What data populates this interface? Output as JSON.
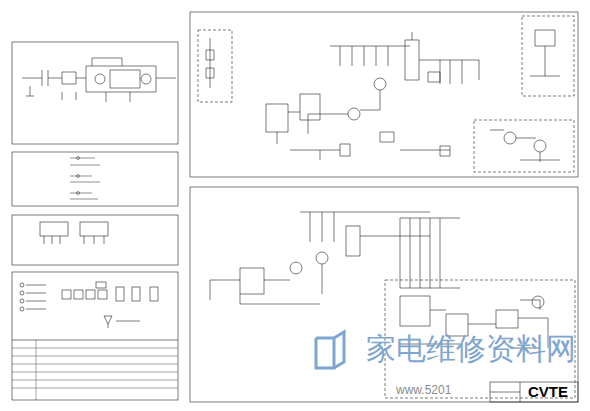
{
  "diagram": {
    "labels": [
      "家电维修资料网",
      "www.5201",
      "CVTE"
    ]
  }
}
